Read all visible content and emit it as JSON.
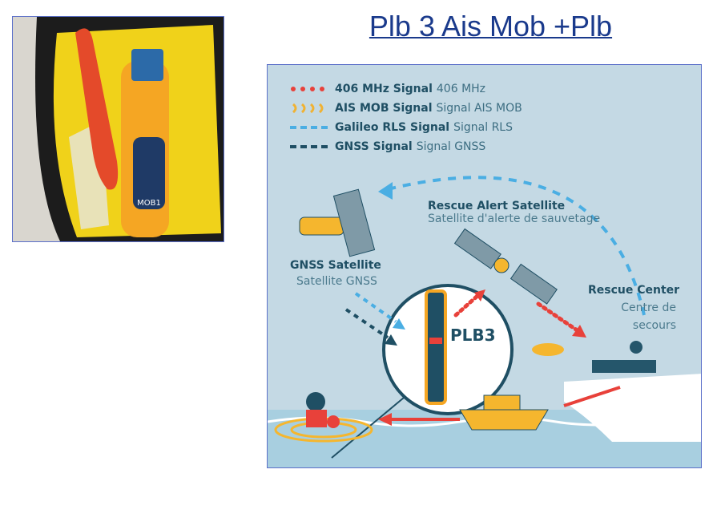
{
  "title": "Plb 3 Ais Mob +Plb",
  "legend": [
    {
      "label": "406 MHz Signal",
      "sub": "406 MHz",
      "color": "#e8413a",
      "style": "dots"
    },
    {
      "label": "AIS MOB Signal",
      "sub": "Signal AIS MOB",
      "color": "#f0b233",
      "style": "arcs"
    },
    {
      "label": "Galileo RLS Signal",
      "sub": "Signal RLS",
      "color": "#4aaee3",
      "style": "dashes"
    },
    {
      "label": "GNSS Signal",
      "sub": "Signal GNSS",
      "color": "#1f4f64",
      "style": "dashes"
    }
  ],
  "labels": {
    "rescue_alert_satellite": "Rescue Alert Satellite",
    "rescue_alert_satellite_sub": "Satellite d'alerte de sauvetage",
    "gnss_satellite": "GNSS Satellite",
    "gnss_satellite_sub": "Satellite GNSS",
    "rescue_center": "Rescue Center",
    "rescue_center_sub_1": "Centre de",
    "rescue_center_sub_2": "secours",
    "device": "PLB3"
  },
  "photo": {
    "device_label": "MOB1"
  }
}
